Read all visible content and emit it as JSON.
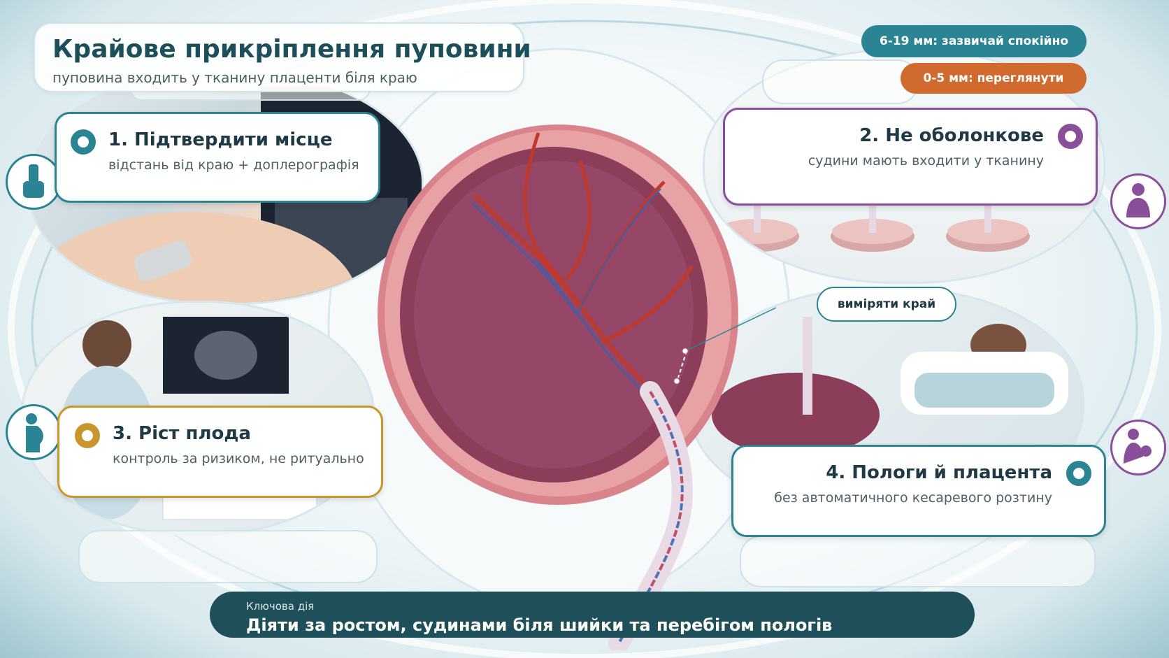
{
  "header": {
    "title": "Крайове прикріплення пуповини",
    "subtitle": "пуповина входить у тканину плаценти біля краю"
  },
  "badges": {
    "top": "6-19 мм: зазвичай спокійно",
    "bottom": "0-5 мм: переглянути"
  },
  "callout": "виміряти край",
  "cards": [
    {
      "title": "1. Підтвердити місце",
      "desc": "відстань від краю + доплерографія"
    },
    {
      "title": "2. Не оболонкове",
      "desc": "судини мають входити у тканину"
    },
    {
      "title": "3. Ріст плода",
      "desc": "контроль за ризиком, не ритуально"
    },
    {
      "title": "4. Пологи й плацента",
      "desc": "без автоматичного кесаревого розтину"
    }
  ],
  "key_action": {
    "label": "Ключова дія",
    "text": "Діяти за ростом, судинами біля шийки та перебігом пологів"
  },
  "colors": {
    "teal": "#2a8494",
    "dark_teal": "#1f4f58",
    "purple": "#8a4f9a",
    "gold": "#c9952d",
    "orange": "#d06a2e",
    "placenta": "#8b3d5a"
  },
  "icons": [
    "ultrasound-probe-icon",
    "pregnant-woman-icon",
    "breastfeeding-mother-icon",
    "mother-baby-icon"
  ]
}
